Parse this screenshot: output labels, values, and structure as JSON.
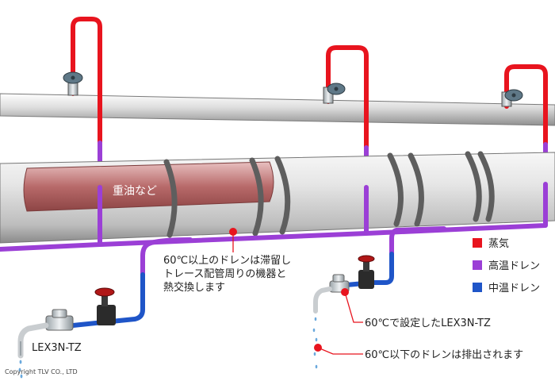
{
  "labels": {
    "oil": "重油など",
    "callout_main": [
      "60℃以上のドレンは滞留し",
      "トレース配管周りの機器と",
      "熱交換します"
    ],
    "callout_set": "60℃で設定したLEX3N-TZ",
    "callout_drain": "60℃以下のドレンは排出されます",
    "device": "LEX3N-TZ",
    "copyright": "Copyright TLV CO., LTD"
  },
  "legend": [
    {
      "label": "蒸気",
      "color": "#e8141e"
    },
    {
      "label": "高温ドレン",
      "color": "#9b3fd6"
    },
    {
      "label": "中温ドレン",
      "color": "#1f55c8"
    }
  ],
  "colors": {
    "steam": "#e8141e",
    "hot_drain": "#9b3fd6",
    "mid_drain": "#1f55c8",
    "marker": "#e8141e",
    "pipe_gray": "#cfcfcf",
    "oil_fill": "#b86a6a"
  }
}
